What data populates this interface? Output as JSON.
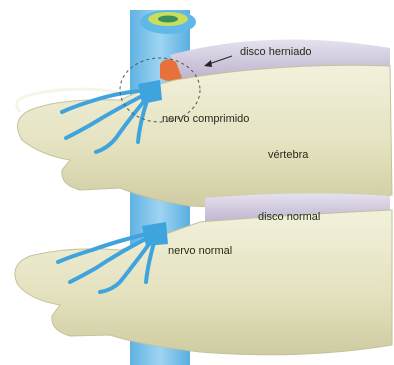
{
  "labels": {
    "herniated_disc": "disco herniado",
    "compressed_nerve": "nervo comprimido",
    "vertebra": "vértebra",
    "normal_disc": "disco normal",
    "normal_nerve": "nervo normal"
  },
  "colors": {
    "bone": "#e8e6c6",
    "disc": "#cdc6db",
    "nerve": "#3fa4dd",
    "spinal_cord": "#7cc3ea",
    "herniation": "#e8703a"
  }
}
